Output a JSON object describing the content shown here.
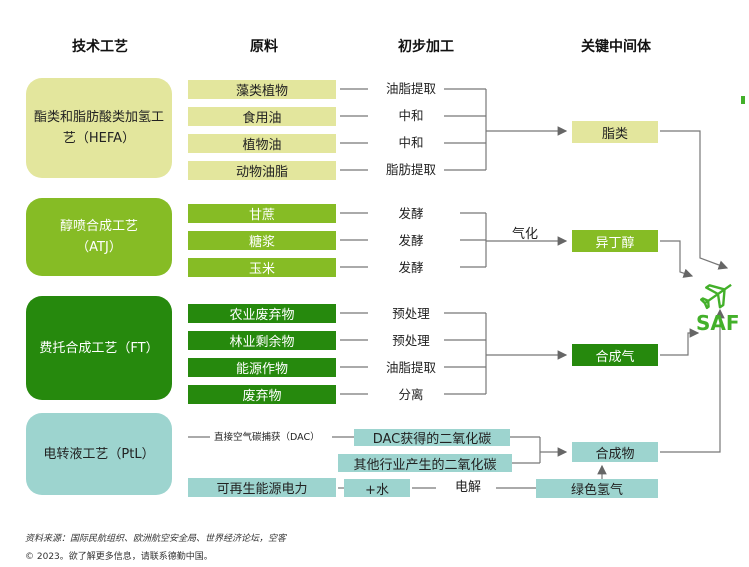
{
  "headers": {
    "process": "技术工艺",
    "raw": "原料",
    "initial": "初步加工",
    "intermediate": "关键中间体"
  },
  "processes": {
    "hefa": "酯类和脂肪酸类加氢工艺（HEFA）",
    "atj": "醇喷合成工艺（ATJ）",
    "ft": "费托合成工艺（FT）",
    "ptl": "电转液工艺（PtL）"
  },
  "raw_materials": {
    "hefa": [
      "藻类植物",
      "食用油",
      "植物油",
      "动物油脂"
    ],
    "atj": [
      "甘蔗",
      "糖浆",
      "玉米"
    ],
    "ft": [
      "农业废弃物",
      "林业剩余物",
      "能源作物",
      "废弃物"
    ]
  },
  "initial_processing": {
    "hefa": [
      "油脂提取",
      "中和",
      "中和",
      "脂肪提取"
    ],
    "atj": [
      "发酵",
      "发酵",
      "发酵"
    ],
    "ft": [
      "预处理",
      "预处理",
      "油脂提取",
      "分离"
    ]
  },
  "gasify_label": "气化",
  "intermediates": {
    "lipids": "脂类",
    "isobutanol": "异丁醇",
    "syngas": "合成气",
    "compound": "合成物",
    "green_h2": "绿色氢气"
  },
  "ptl": {
    "dac_label": "直接空气碳捕获（DAC）",
    "dac_co2": "DAC获得的二氧化碳",
    "other_co2": "其他行业产生的二氧化碳",
    "renewable_power": "可再生能源电力",
    "plus_water": "+水",
    "electrolysis": "电解"
  },
  "output": {
    "label": "SAF",
    "icon": "airplane-icon"
  },
  "footer": {
    "source": "资料来源：国际民航组织、欧洲航空安全局、世界经济论坛，空客",
    "copyright": "© 2023。欲了解更多信息，请联系德勤中国。"
  },
  "colors": {
    "hefa_light": "#e3e69d",
    "atj_green": "#86bc25",
    "ft_green": "#26890d",
    "ptl_teal": "#9dd4cf",
    "saf_green": "#43b02a",
    "line": "#777777"
  }
}
